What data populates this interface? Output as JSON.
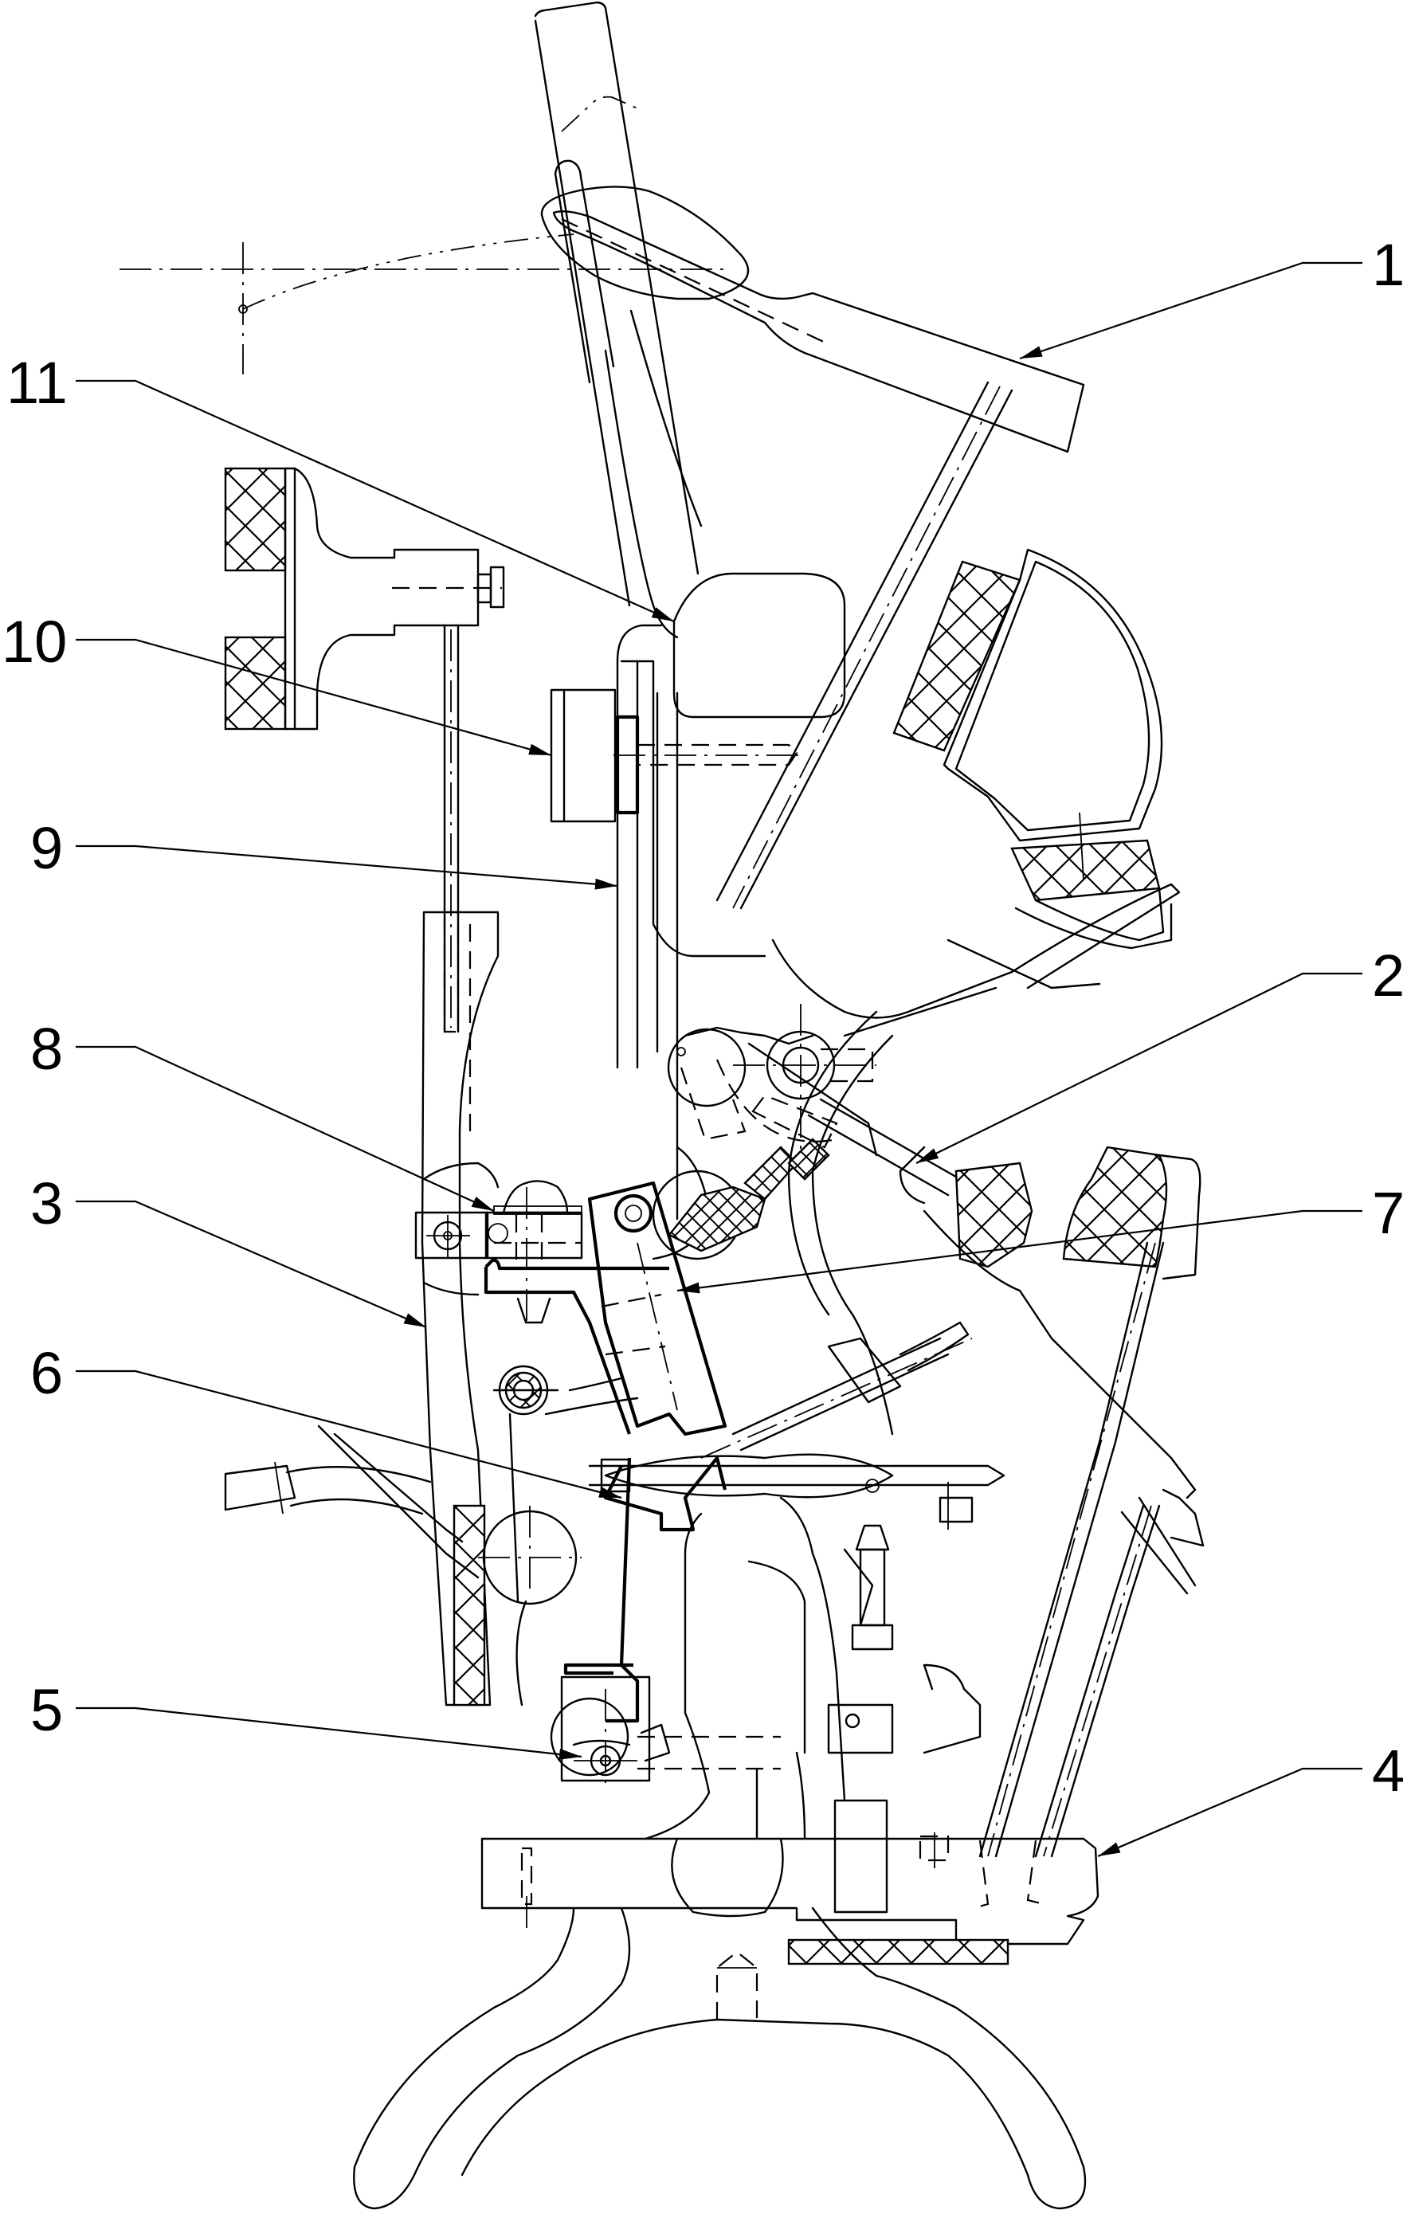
{
  "figure": {
    "type": "technical-drawing",
    "subject": "mechanical action assembly (side section view)",
    "reference_labels": [
      {
        "id": "label-1",
        "text": "1",
        "side": "right"
      },
      {
        "id": "label-2",
        "text": "2",
        "side": "right"
      },
      {
        "id": "label-7",
        "text": "7",
        "side": "right"
      },
      {
        "id": "label-4",
        "text": "4",
        "side": "right"
      },
      {
        "id": "label-11",
        "text": "11",
        "side": "left"
      },
      {
        "id": "label-10",
        "text": "10",
        "side": "left"
      },
      {
        "id": "label-9",
        "text": "9",
        "side": "left"
      },
      {
        "id": "label-8",
        "text": "8",
        "side": "left"
      },
      {
        "id": "label-3",
        "text": "3",
        "side": "left"
      },
      {
        "id": "label-6",
        "text": "6",
        "side": "left"
      },
      {
        "id": "label-5",
        "text": "5",
        "side": "left"
      }
    ],
    "line_color": "#000000",
    "background_color": "#ffffff"
  }
}
